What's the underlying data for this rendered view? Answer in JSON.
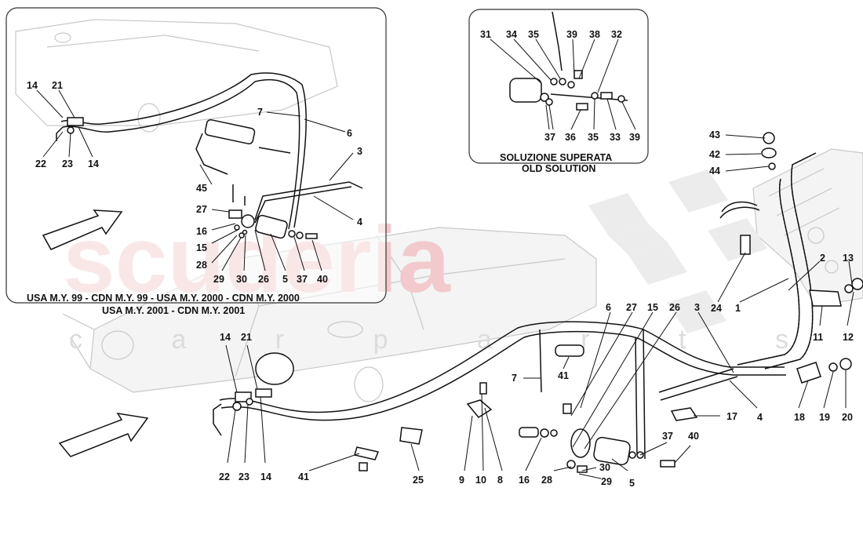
{
  "diagram": {
    "watermark": {
      "main": "scuderia",
      "sub": "c a r p a r t s"
    },
    "inset_left": {
      "caption_line1": "USA M.Y. 99 - CDN M.Y. 99 - USA M.Y. 2000 - CDN M.Y. 2000",
      "caption_line2": "USA M.Y. 2001 - CDN M.Y. 2001",
      "callouts": [
        "14",
        "21",
        "22",
        "23",
        "14",
        "7",
        "6",
        "3",
        "4",
        "45",
        "27",
        "16",
        "15",
        "28",
        "29",
        "30",
        "26",
        "5",
        "37",
        "40"
      ]
    },
    "inset_right": {
      "caption_line1": "SOLUZIONE SUPERATA",
      "caption_line2": "OLD SOLUTION",
      "callouts": [
        "31",
        "34",
        "35",
        "39",
        "38",
        "32",
        "37",
        "36",
        "35",
        "33",
        "39"
      ]
    },
    "main": {
      "callouts": [
        "43",
        "42",
        "44",
        "2",
        "13",
        "24",
        "1",
        "11",
        "12",
        "6",
        "27",
        "15",
        "26",
        "3",
        "7",
        "41",
        "17",
        "4",
        "18",
        "19",
        "20",
        "14",
        "21",
        "37",
        "40",
        "22",
        "23",
        "14",
        "41",
        "25",
        "9",
        "10",
        "8",
        "16",
        "28",
        "30",
        "29",
        "5"
      ]
    }
  }
}
